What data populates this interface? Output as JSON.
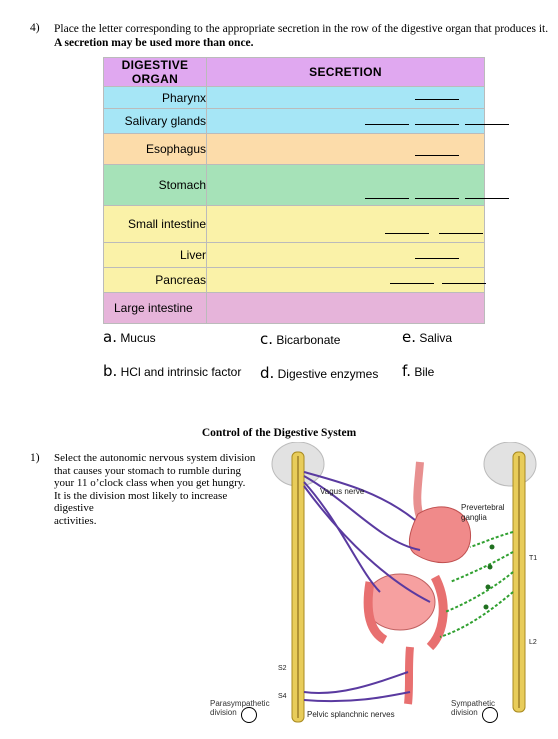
{
  "q4": {
    "number": "4)",
    "text": "Place the letter corresponding to the appropriate secretion in the row of the digestive organ that produces it.",
    "bold": "A secretion may be used more than once."
  },
  "table": {
    "col1": "DIGESTIVE ORGAN",
    "col2": "SECRETION",
    "rows": [
      {
        "organ": "Pharynx",
        "color": "#a6e6f6"
      },
      {
        "organ": "Salivary glands",
        "color": "#a6e6f6"
      },
      {
        "organ": "Esophagus",
        "color": "#fcdcaa"
      },
      {
        "organ": "Stomach",
        "color": "#a6e2b8"
      },
      {
        "organ": "Small intestine",
        "color": "#faf2a8"
      },
      {
        "organ": "Liver",
        "color": "#faf2a8"
      },
      {
        "organ": "Pancreas",
        "color": "#faf2a8"
      },
      {
        "organ": "Large intestine",
        "color": "#e6b4da"
      }
    ],
    "header_left_color": "#e0a8f0",
    "header_right_color": "#e0a8f0"
  },
  "options": {
    "a": {
      "letter": "a.",
      "text": "Mucus"
    },
    "b": {
      "letter": "b.",
      "text": "HCl and intrinsic factor"
    },
    "c": {
      "letter": "c.",
      "text": "Bicarbonate"
    },
    "d": {
      "letter": "d.",
      "text": "Digestive enzymes"
    },
    "e": {
      "letter": "e.",
      "text": "Saliva"
    },
    "f": {
      "letter": "f.",
      "text": "Bile"
    }
  },
  "section_title": "Control of the Digestive System",
  "q1": {
    "number": "1)",
    "line1": "Select the autonomic nervous system division",
    "line2": "that causes your stomach to rumble during",
    "line3": "your 11 o’clock class when you get hungry.",
    "line4": "It is the division most likely to increase digestive",
    "line5": "activities."
  },
  "figure": {
    "vagus": "Vagus nerve",
    "prevertebral_1": "Prevertebral",
    "prevertebral_2": "ganglia",
    "t1": "T1",
    "l2": "L2",
    "s2": "S2",
    "s4": "S4",
    "pelvic": "Pelvic splanchnic nerves",
    "para_1": "Parasympathetic",
    "para_2": "division",
    "symp_1": "Sympathetic",
    "symp_2": "division"
  }
}
